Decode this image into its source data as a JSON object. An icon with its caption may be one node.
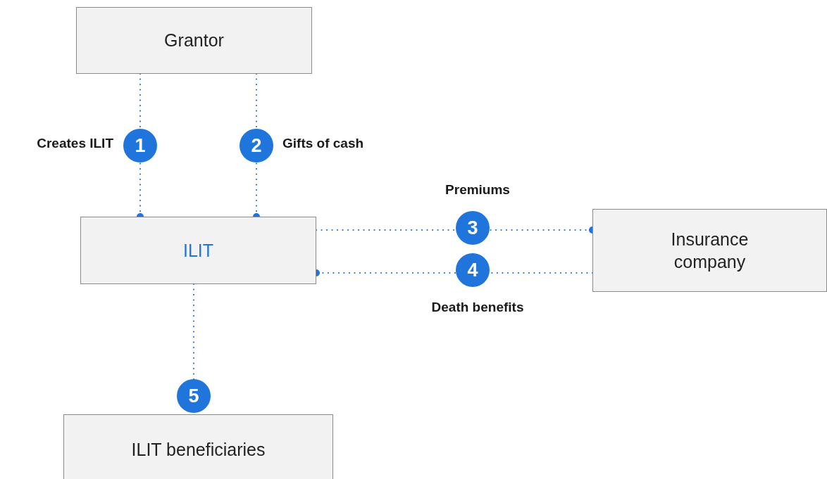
{
  "diagram": {
    "nodes": [
      {
        "text": [
          "Grantor"
        ]
      },
      {
        "text": [
          "ILIT"
        ]
      },
      {
        "text": [
          "Insurance company"
        ]
      },
      {
        "text": [
          "ILIT beneficiaries"
        ]
      }
    ],
    "edges": [
      {
        "from": 0,
        "to": 1,
        "arrow": "other",
        "label": "1"
      },
      {
        "from": 0,
        "to": 1,
        "arrow": "other",
        "label": "2"
      },
      {
        "from": 1,
        "to": 2,
        "arrow": "other",
        "label": "3"
      },
      {
        "from": 2,
        "to": 1,
        "arrow": "other",
        "label": "4"
      },
      {
        "from": 1,
        "to": 3,
        "arrow": "none",
        "label": "5"
      }
    ],
    "labels": [
      "Creates ILIT",
      "Gifts of cash",
      "Premiums",
      "Death benefits"
    ]
  }
}
